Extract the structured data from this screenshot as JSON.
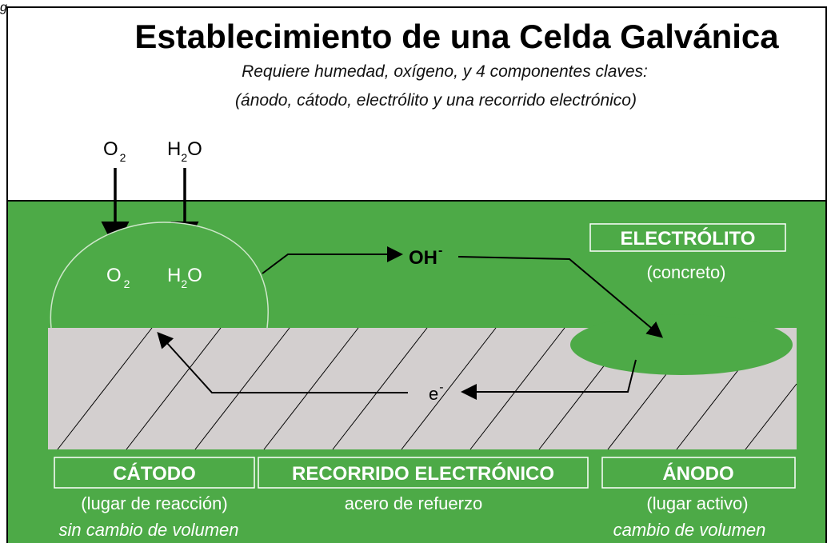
{
  "corner_label": "g",
  "title": "Establecimiento de una Celda Galvánica",
  "subtitle_line1": "Requiere humedad, oxígeno, y 4 componentes claves:",
  "subtitle_line2": "(ánodo, cátodo, electrólito y una recorrido electrónico)",
  "inputs": {
    "oxygen": {
      "base": "O",
      "sub": "2"
    },
    "water": {
      "pre": "H",
      "sub": "2",
      "post": "O"
    }
  },
  "hydroxide": {
    "base": "OH",
    "sup": "-"
  },
  "electron": {
    "base": "e",
    "sup": "-"
  },
  "electrolyte": {
    "label": "ELECTRÓLITO",
    "desc": "(concreto)"
  },
  "cathode": {
    "label": "CÁTODO",
    "desc": "(lugar de reacción)",
    "note": "sin cambio de volumen"
  },
  "path": {
    "label": "RECORRIDO ELECTRÓNICO",
    "desc": "acero de refuerzo"
  },
  "anode": {
    "label": "ÁNODO",
    "desc": "(lugar activo)",
    "note": "cambio de volumen"
  },
  "colors": {
    "concrete": "#4daa47",
    "steel": "#d3cfcf",
    "line": "#000000",
    "text_light": "#ffffff"
  },
  "icons": [
    "arrow-down-icon",
    "arrow-right-icon",
    "arrow-left-icon"
  ]
}
